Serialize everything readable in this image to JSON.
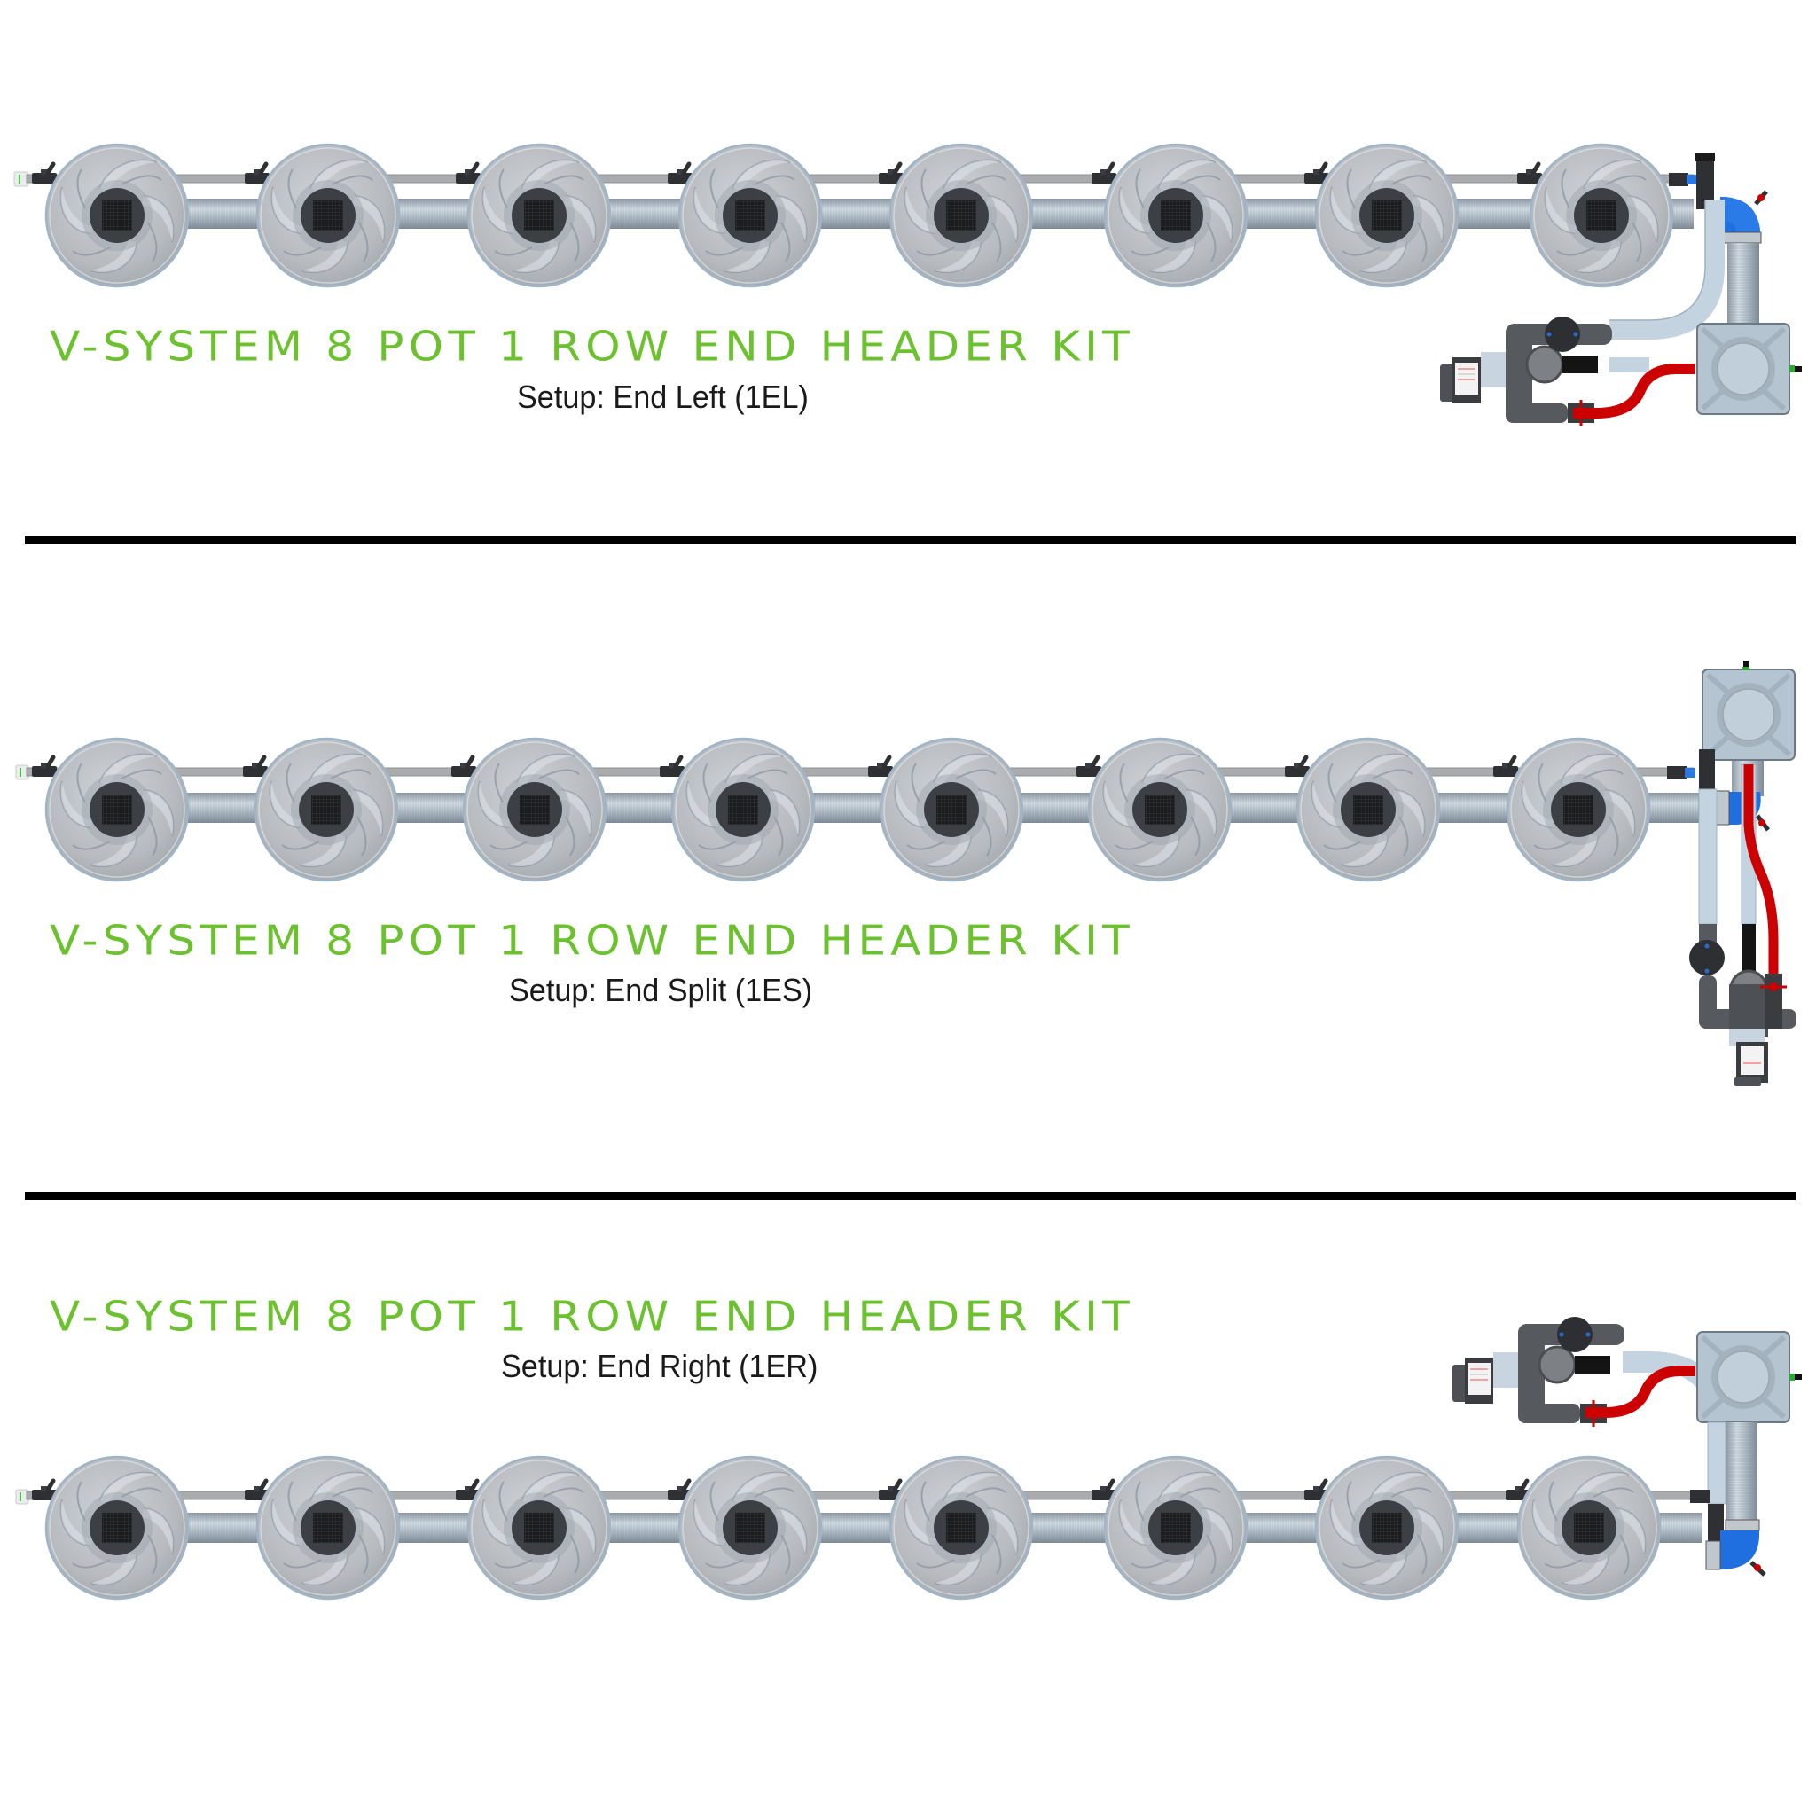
{
  "colors": {
    "title_green": "#6cc12e",
    "subtitle_text": "#1a1a1a",
    "divider": "#000000",
    "pot_gray": "#b9bcc0",
    "pipe_silver": "#aab6c0",
    "hose_light_blue": "#c3d3e0",
    "elbow_blue": "#1f6fe0",
    "hose_red": "#cc0000",
    "fitting_dark": "#4a4d52",
    "tank_blue_gray": "#b5c4d1"
  },
  "sections": [
    {
      "id": "1EL",
      "title": "V-SYSTEM 8 POT 1 ROW END HEADER KIT",
      "subtitle": "Setup: End Left (1EL)",
      "pot_count": 8,
      "layout": "header-right-below"
    },
    {
      "id": "1ES",
      "title": "V-SYSTEM 8 POT 1 ROW END HEADER KIT",
      "subtitle": "Setup: End Split (1ES)",
      "pot_count": 8,
      "layout": "header-right-split-vertical"
    },
    {
      "id": "1ER",
      "title": "V-SYSTEM 8 POT 1 ROW END HEADER KIT",
      "subtitle": "Setup: End Right (1ER)",
      "pot_count": 8,
      "layout": "header-right-above"
    }
  ],
  "icons": [
    "pot-icon",
    "pipe-icon",
    "reservoir-tank-icon",
    "pump-icon",
    "filter-icon",
    "valve-icon",
    "elbow-icon"
  ]
}
